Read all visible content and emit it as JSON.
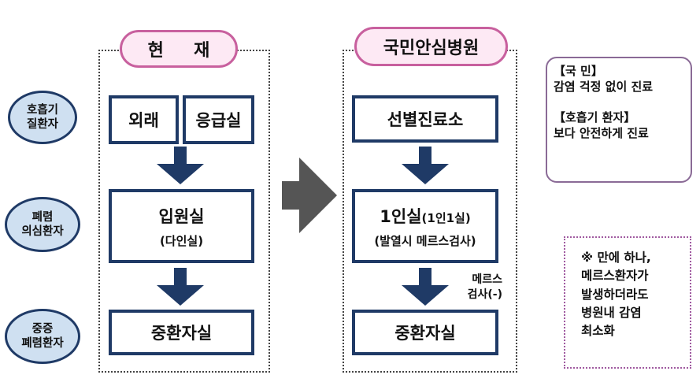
{
  "rows": [
    {
      "label": "호흡기\n질환자"
    },
    {
      "label": "폐렴\n의심환자"
    },
    {
      "label": "중증\n폐렴환자"
    }
  ],
  "current": {
    "header": "현     재",
    "outpatient": "외래",
    "emergency": "응급실",
    "ward": "입원실",
    "ward_sub": "(다인실)",
    "icu": "중환자실"
  },
  "safe_hospital": {
    "header": "국민안심병원",
    "screening": "선별진료소",
    "single_room": "1인실",
    "single_room_inline": "(1인1실)",
    "single_room_sub": "(발열시 메르스검사)",
    "test_label_1": "메르스",
    "test_label_2": "검사(-)",
    "icu": "중환자실"
  },
  "benefits": {
    "public_title": "【국 민】",
    "public_text": "감염 걱정 없이 진료",
    "patient_title": "【호흡기 환자】",
    "patient_text": "보다 안전하게 진료"
  },
  "footnote": {
    "line1": "※ 만에 하나,",
    "line2": "메르스환자가",
    "line3": "발생하더라도",
    "line4": "병원내 감염",
    "line5": "최소화"
  },
  "colors": {
    "navy": "#1f3a66",
    "oval_fill": "#cfe0f1",
    "pill_border": "#c8609e",
    "pill_fill": "#fde9f4",
    "big_arrow": "#555555"
  }
}
